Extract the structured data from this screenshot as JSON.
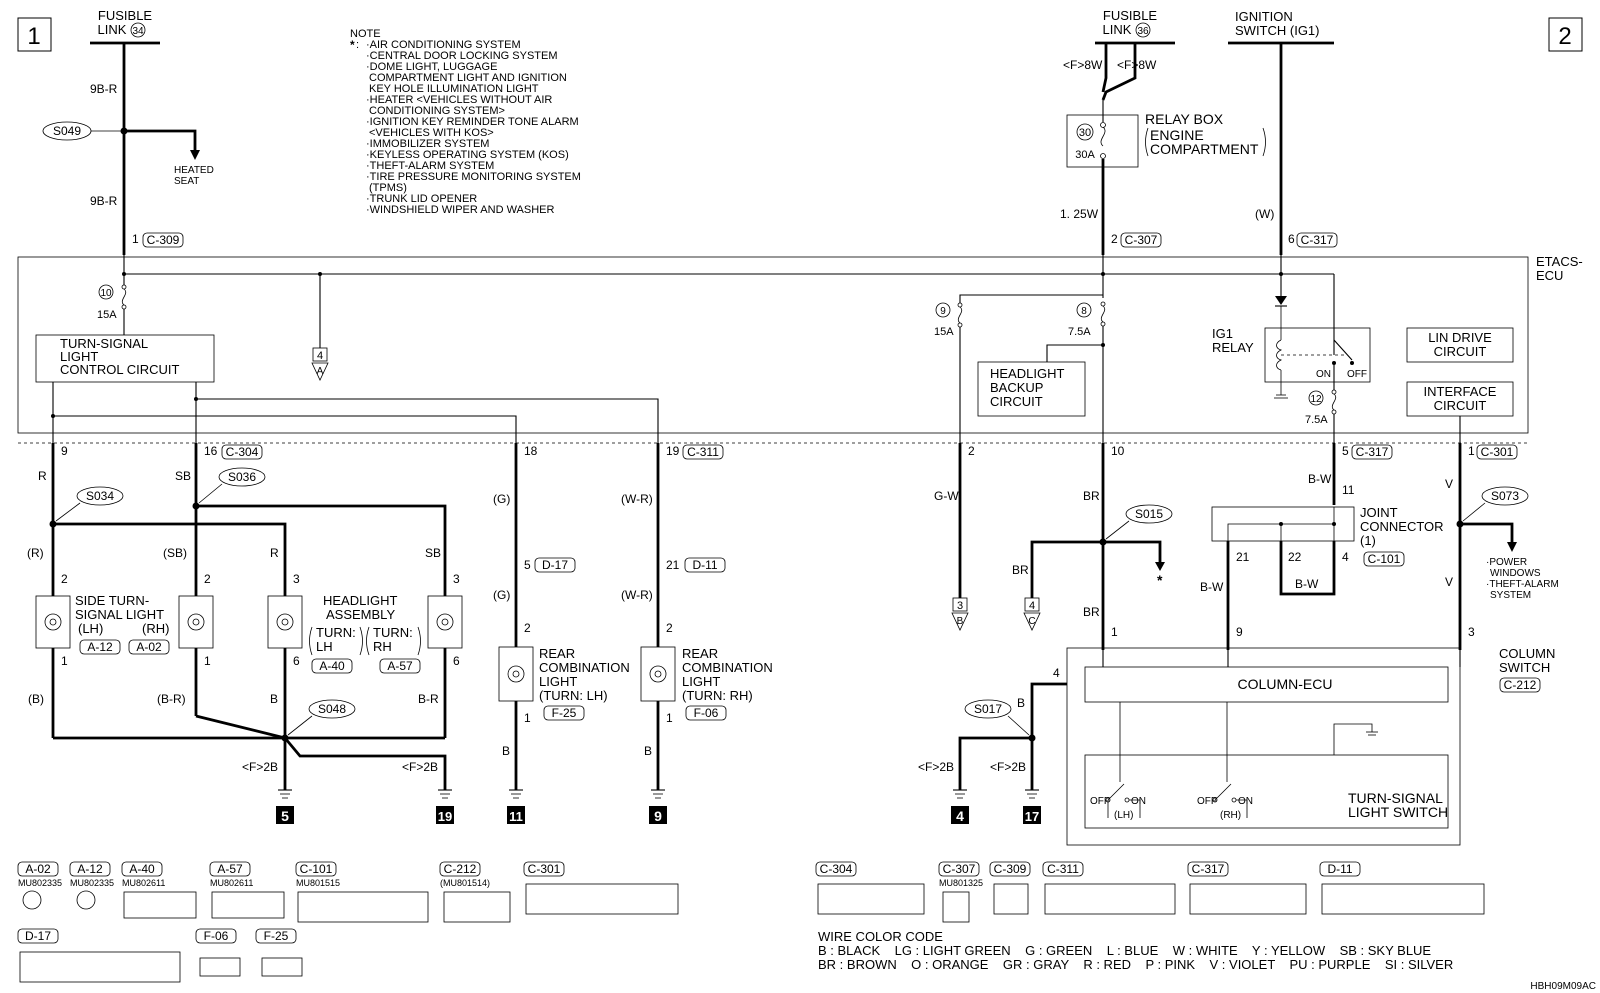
{
  "pages": {
    "left": "1",
    "right": "2"
  },
  "sources": {
    "fusible34_line1": "FUSIBLE",
    "fusible34_line2": "LINK",
    "fusible34_num": "34",
    "fusible36_line1": "FUSIBLE",
    "fusible36_line2": "LINK",
    "fusible36_num": "36",
    "ignition_line1": "IGNITION",
    "ignition_line2": "SWITCH (IG1)"
  },
  "note": {
    "title": "NOTE",
    "star": "*",
    "items": [
      "·AIR CONDITIONING SYSTEM",
      "·CENTRAL DOOR LOCKING SYSTEM",
      "·DOME LIGHT, LUGGAGE",
      "COMPARTMENT LIGHT AND IGNITION",
      "KEY HOLE ILLUMINATION LIGHT",
      "·HEATER <VEHICLES WITHOUT AIR",
      "CONDITIONING SYSTEM>",
      "·IGNITION KEY REMINDER TONE ALARM",
      "<VEHICLES WITH KOS>",
      "·IMMOBILIZER SYSTEM",
      "·KEYLESS OPERATING SYSTEM (KOS)",
      "·THEFT-ALARM SYSTEM",
      "·TIRE PRESSURE MONITORING SYSTEM",
      "(TPMS)",
      "·TRUNK LID OPENER",
      "·WINDSHIELD WIPER AND WASHER"
    ]
  },
  "relay_box": {
    "line1": "RELAY BOX",
    "line2": "ENGINE",
    "line3": "COMPARTMENT",
    "fuse_num": "30",
    "fuse_amp": "30A"
  },
  "wires": {
    "w9BR_a": "9B-R",
    "w9BR_b": "9B-R",
    "w8W_a": "<F>8W",
    "w8W_b": "<F>8W",
    "w125W": "1. 25W",
    "wW": "(W)",
    "R": "R",
    "SB": "SB",
    "G": "(G)",
    "WR": "(W-R)",
    "GW": "G-W",
    "BR": "BR",
    "BW": "B-W",
    "V": "V",
    "R_p": "(R)",
    "SB_p": "(SB)",
    "R2": "R",
    "SB2": "SB",
    "G2": "(G)",
    "WR2": "(W-R)",
    "BR2": "BR",
    "BR3": "BR",
    "BW2": "B-W",
    "BW3": "B-W",
    "V2": "V",
    "B_p": "(B)",
    "BR_p": "(B-R)",
    "B1": "B",
    "BR4": "B-R",
    "B2": "B",
    "B3": "B",
    "B4": "B",
    "F2B_a": "<F>2B",
    "F2B_b": "<F>2B",
    "F2B_c": "<F>2B",
    "F2B_d": "<F>2B"
  },
  "heated_seat": {
    "line1": "HEATED",
    "line2": "SEAT"
  },
  "splices": {
    "S049": "S049",
    "S034": "S034",
    "S036": "S036",
    "S048": "S048",
    "S015": "S015",
    "S073": "S073",
    "S017": "S017"
  },
  "connector_pins": {
    "c309_pin": "1",
    "c309": "C-309",
    "c307_pin": "2",
    "c307": "C-307",
    "c317_pin": "6",
    "c317": "C-317",
    "c304_pin9": "9",
    "c304_pin16": "16",
    "c304": "C-304",
    "pin18": "18",
    "c311_pin": "19",
    "c311": "C-311",
    "pin2": "2",
    "pin10": "10",
    "c317b_pin": "5",
    "c317b": "C-317",
    "c301_pin": "1",
    "c301": "C-301",
    "d17_pin": "5",
    "d17": "D-17",
    "d11_pin": "21",
    "d11": "D-11"
  },
  "etacs": {
    "label_line1": "ETACS-",
    "label_line2": "ECU",
    "fuse10_num": "10",
    "fuse10_amp": "15A",
    "fuse9_num": "9",
    "fuse9_amp": "15A",
    "fuse8_num": "8",
    "fuse8_amp": "7.5A",
    "fuse12_num": "12",
    "fuse12_amp": "7.5A",
    "turn_line1": "TURN-SIGNAL",
    "turn_line2": "LIGHT",
    "turn_line3": "CONTROL CIRCUIT",
    "hl_line1": "HEADLIGHT",
    "hl_line2": "BACKUP",
    "hl_line3": "CIRCUIT",
    "ig1_line1": "IG1",
    "ig1_line2": "RELAY",
    "on": "ON",
    "off": "OFF",
    "lin_line1": "LIN DRIVE",
    "lin_line2": "CIRCUIT",
    "intf_line1": "INTERFACE",
    "intf_line2": "CIRCUIT",
    "ref4": "4",
    "refA": "A"
  },
  "lights": {
    "side_line1": "SIDE TURN-",
    "side_line2": "SIGNAL LIGHT",
    "side_lh": "(LH)",
    "side_rh": "(RH)",
    "a12": "A-12",
    "a02": "A-02",
    "side_lh_pin_top": "2",
    "side_lh_pin_bot": "1",
    "side_rh_pin_top": "2",
    "side_rh_pin_bot": "1",
    "hl_line1": "HEADLIGHT",
    "hl_line2": "ASSEMBLY",
    "hl_lh_a": "TURN:",
    "hl_lh_b": "LH",
    "hl_rh_a": "TURN:",
    "hl_rh_b": "RH",
    "a40": "A-40",
    "a57": "A-57",
    "hl_lh_pin_top": "3",
    "hl_lh_pin_bot": "6",
    "hl_rh_pin_top": "3",
    "hl_rh_pin_bot": "6",
    "rc_line1": "REAR",
    "rc_line2": "COMBINATION",
    "rc_line3": "LIGHT",
    "rc_lh": "(TURN: LH)",
    "rc_rh": "(TURN: RH)",
    "f25": "F-25",
    "f06": "F-06",
    "rc_lh_pin_top": "2",
    "rc_lh_pin_bot": "1",
    "rc_rh_pin_top": "2",
    "rc_rh_pin_bot": "1"
  },
  "refs": {
    "ref3": "3",
    "refB": "B",
    "ref4": "4",
    "refC": "C",
    "star": "*"
  },
  "joint": {
    "line1": "JOINT",
    "line2": "CONNECTOR",
    "line3": "(1)",
    "c101": "C-101",
    "pin11": "11",
    "pin21": "21",
    "pin22": "22",
    "pin4": "4"
  },
  "s073_note": [
    "·POWER",
    "WINDOWS",
    "·THEFT-ALARM",
    "SYSTEM"
  ],
  "column": {
    "line1": "COLUMN",
    "line2": "SWITCH",
    "c212": "C-212",
    "ecu": "COLUMN-ECU",
    "sw_line1": "TURN-SIGNAL",
    "sw_line2": "LIGHT SWITCH",
    "off": "OFF",
    "on": "ON",
    "lh": "(LH)",
    "rh": "(RH)",
    "pin1": "1",
    "pin9": "9",
    "pin3": "3",
    "pin4": "4"
  },
  "grounds": [
    "5",
    "19",
    "11",
    "9",
    "4",
    "17"
  ],
  "connectors_left": [
    {
      "id": "A-02",
      "part": "MU802335"
    },
    {
      "id": "A-12",
      "part": "MU802335"
    },
    {
      "id": "A-40",
      "part": "MU802611"
    },
    {
      "id": "A-57",
      "part": "MU802611"
    },
    {
      "id": "C-101",
      "part": "MU801515"
    },
    {
      "id": "C-212",
      "part": "(MU801514)"
    },
    {
      "id": "C-301",
      "part": ""
    },
    {
      "id": "D-17",
      "part": ""
    },
    {
      "id": "F-06",
      "part": ""
    },
    {
      "id": "F-25",
      "part": ""
    }
  ],
  "connectors_right": [
    {
      "id": "C-304",
      "part": ""
    },
    {
      "id": "C-307",
      "part": "MU801325"
    },
    {
      "id": "C-309",
      "part": ""
    },
    {
      "id": "C-311",
      "part": ""
    },
    {
      "id": "C-317",
      "part": ""
    },
    {
      "id": "D-11",
      "part": ""
    }
  ],
  "wire_code": {
    "title": "WIRE COLOR CODE",
    "line1": "B : BLACK    LG : LIGHT GREEN    G : GREEN    L : BLUE    W : WHITE    Y : YELLOW    SB : SKY BLUE",
    "line2": "BR : BROWN    O : ORANGE    GR : GRAY    R : RED    P : PINK    V : VIOLET    PU : PURPLE    SI : SILVER"
  },
  "figure_id": "HBH09M09AC"
}
